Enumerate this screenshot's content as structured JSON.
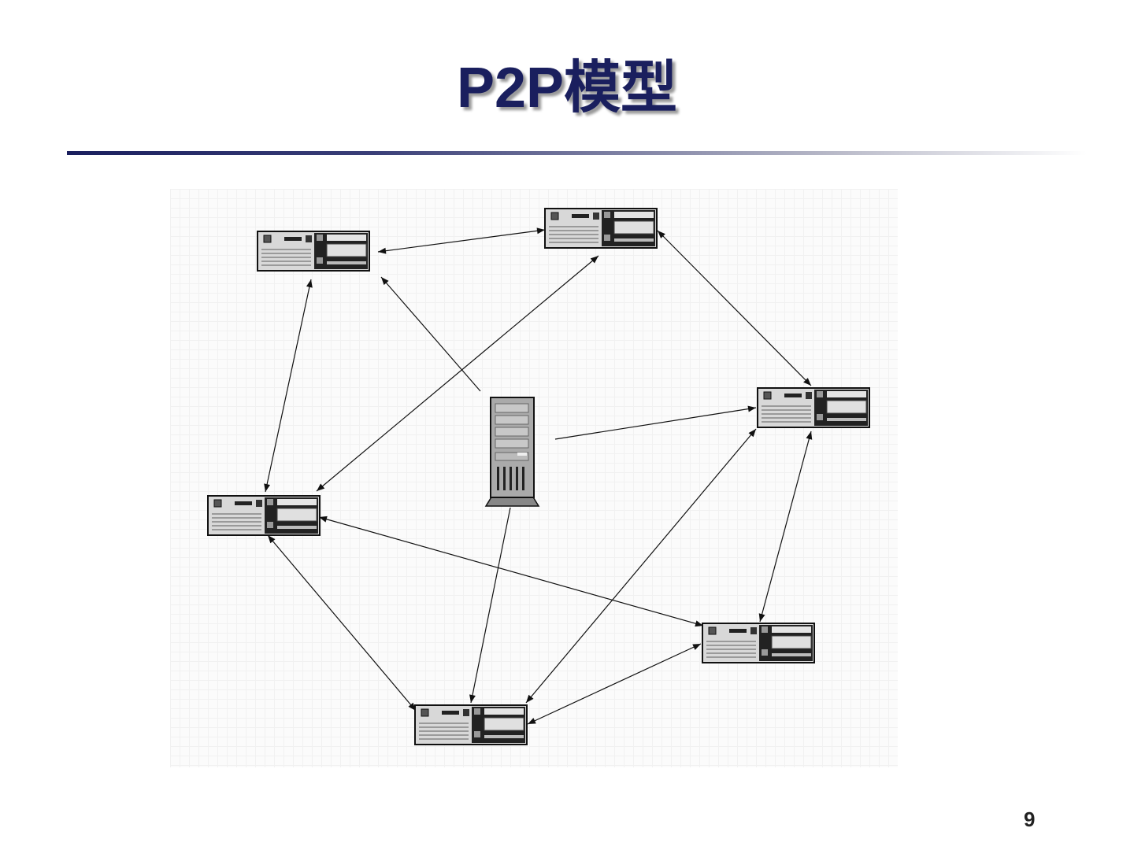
{
  "slide": {
    "title": "P2P模型",
    "page_number": "9"
  },
  "diagram": {
    "nodes": [
      {
        "id": "peer-a",
        "type": "desktop"
      },
      {
        "id": "peer-b",
        "type": "desktop"
      },
      {
        "id": "peer-c",
        "type": "desktop"
      },
      {
        "id": "peer-d",
        "type": "desktop"
      },
      {
        "id": "peer-e",
        "type": "desktop"
      },
      {
        "id": "peer-f",
        "type": "desktop"
      },
      {
        "id": "server",
        "type": "tower-server"
      }
    ],
    "edges": [
      {
        "from": "peer-a",
        "to": "peer-b",
        "bidirectional": true
      },
      {
        "from": "peer-b",
        "to": "peer-c",
        "bidirectional": true
      },
      {
        "from": "peer-a",
        "to": "peer-d",
        "bidirectional": true
      },
      {
        "from": "peer-b",
        "to": "peer-d",
        "bidirectional": true
      },
      {
        "from": "server",
        "to": "peer-a",
        "bidirectional": false
      },
      {
        "from": "server",
        "to": "peer-c",
        "bidirectional": false
      },
      {
        "from": "server",
        "to": "peer-f",
        "bidirectional": false
      },
      {
        "from": "peer-c",
        "to": "peer-e",
        "bidirectional": true
      },
      {
        "from": "peer-c",
        "to": "peer-f",
        "bidirectional": true
      },
      {
        "from": "peer-d",
        "to": "peer-e",
        "bidirectional": true
      },
      {
        "from": "peer-d",
        "to": "peer-f",
        "bidirectional": true
      },
      {
        "from": "peer-e",
        "to": "peer-f",
        "bidirectional": true
      }
    ]
  }
}
